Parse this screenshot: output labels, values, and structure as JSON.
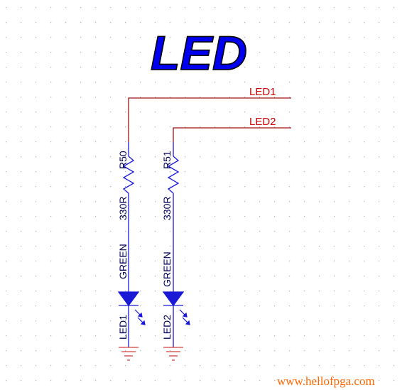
{
  "title": "LED",
  "nets": {
    "led1": "LED1",
    "led2": "LED2"
  },
  "components": {
    "r50": {
      "designator": "R50",
      "value": "330R"
    },
    "r51": {
      "designator": "R51",
      "value": "330R"
    },
    "led1": {
      "designator": "LED1",
      "color": "GREEN"
    },
    "led2": {
      "designator": "LED2",
      "color": "GREEN"
    }
  },
  "watermark": "www.hellofpga.com",
  "colors": {
    "wire": "#a01010",
    "component": "#1a1ad6",
    "net_label": "#cc0000",
    "title_fill": "#0000ee",
    "ground": "#d04040",
    "watermark": "#ff6600",
    "grid_dot": "#b0b0b0"
  }
}
